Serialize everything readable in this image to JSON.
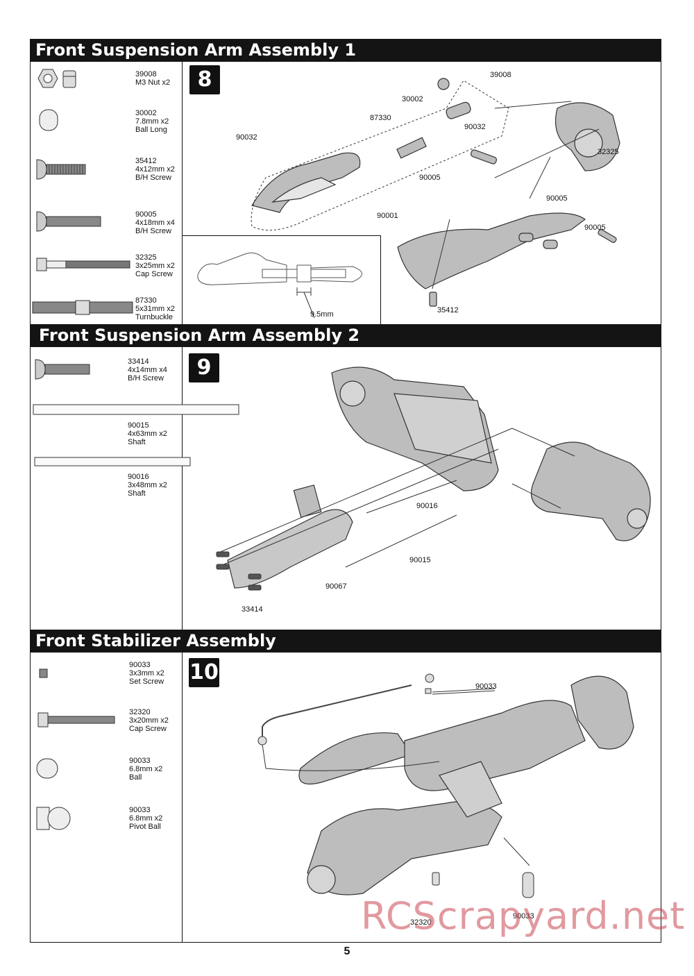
{
  "sections": [
    {
      "title": "Front Suspension Arm Assembly 1",
      "step": "8",
      "parts": [
        {
          "code": "39008",
          "desc": "M3 Nut x2",
          "icon": "nut-icon"
        },
        {
          "code": "30002",
          "desc": "7.8mm x2\nBall Long",
          "icon": "ball-long-icon"
        },
        {
          "code": "35412",
          "desc": "4x12mm x2\nB/H Screw",
          "icon": "button-head-screw-icon"
        },
        {
          "code": "90005",
          "desc": "4x18mm x4\nB/H Screw",
          "icon": "button-head-screw-icon"
        },
        {
          "code": "32325",
          "desc": "3x25mm x2\nCap Screw",
          "icon": "cap-screw-icon"
        },
        {
          "code": "87330",
          "desc": "5x31mm x2\nTurnbuckle",
          "icon": "turnbuckle-icon"
        }
      ],
      "callouts": [
        "39008",
        "30002",
        "87330",
        "90032",
        "90032",
        "32325",
        "90005",
        "90005",
        "90001",
        "90005",
        "35412"
      ],
      "measurement": "9.5mm"
    },
    {
      "title": "Front Suspension Arm Assembly 2",
      "step": "9",
      "parts": [
        {
          "code": "33414",
          "desc": "4x14mm x4\nB/H Screw",
          "icon": "button-head-screw-icon"
        },
        {
          "code": "90015",
          "desc": "4x63mm x2\nShaft",
          "icon": "shaft-icon"
        },
        {
          "code": "90016",
          "desc": "3x48mm x2\nShaft",
          "icon": "shaft-icon"
        }
      ],
      "callouts": [
        "90016",
        "90015",
        "90067",
        "33414"
      ]
    },
    {
      "title": "Front Stabilizer Assembly",
      "step": "10",
      "parts": [
        {
          "code": "90033",
          "desc": "3x3mm x2\nSet Screw",
          "icon": "set-screw-icon"
        },
        {
          "code": "32320",
          "desc": "3x20mm x2\nCap Screw",
          "icon": "cap-screw-icon"
        },
        {
          "code": "90033",
          "desc": "6.8mm x2\nBall",
          "icon": "ball-icon"
        },
        {
          "code": "90033",
          "desc": "6.8mm x2\nPivot Ball",
          "icon": "pivot-ball-icon"
        }
      ],
      "callouts": [
        "90033",
        "32320",
        "90033"
      ]
    }
  ],
  "page_number": "5",
  "watermark": "RCScrapyard.net"
}
